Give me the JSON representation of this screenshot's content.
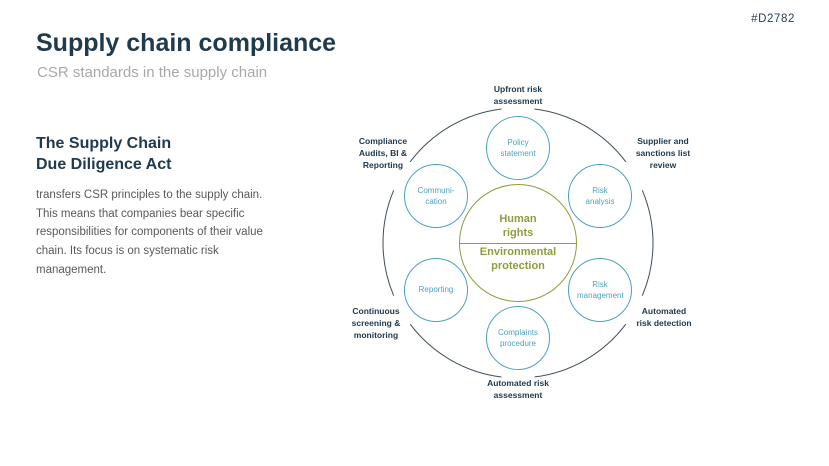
{
  "meta": {
    "tag": "#D2782"
  },
  "header": {
    "title": "Supply chain compliance",
    "subtitle": "CSR standards in the supply chain"
  },
  "left_panel": {
    "heading": "The Supply Chain\nDue Diligence Act",
    "body": "transfers CSR principles to the supply chain. This means that companies bear specific responsibilities for components of their value chain. Its focus is on systematic risk management."
  },
  "diagram": {
    "center": {
      "top_label": "Human rights",
      "bottom_label": "Environmental protection"
    },
    "nodes": [
      {
        "label": "Policy statement"
      },
      {
        "label": "Risk analysis"
      },
      {
        "label": "Risk management"
      },
      {
        "label": "Complaints procedure"
      },
      {
        "label": "Reporting"
      },
      {
        "label": "Communi- cation"
      }
    ],
    "outer_labels": [
      {
        "label": "Upfront risk assessment"
      },
      {
        "label": "Supplier and sanctions list review"
      },
      {
        "label": "Automated risk detection"
      },
      {
        "label": "Automated risk assessment"
      },
      {
        "label": "Continuous screening & monitoring"
      },
      {
        "label": "Compliance Audits, BI & Reporting"
      }
    ],
    "colors": {
      "node_teal": "#4ba3bd",
      "center_olive": "#8f9c3c",
      "label_navy": "#203a4e",
      "ring_gray": "#3e4e5b"
    }
  }
}
